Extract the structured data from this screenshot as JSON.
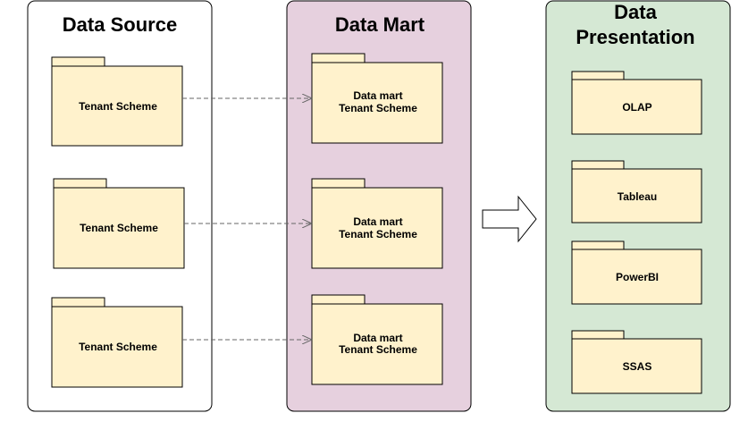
{
  "panels": {
    "source": {
      "title": "Data Source",
      "fill": "#ffffff"
    },
    "mart": {
      "title": "Data Mart",
      "fill": "#e6d0de"
    },
    "presentation": {
      "title_line1": "Data",
      "title_line2": "Presentation",
      "fill": "#d5e8d4"
    }
  },
  "source_packages": [
    {
      "label": "Tenant Scheme"
    },
    {
      "label": "Tenant Scheme"
    },
    {
      "label": "Tenant Scheme"
    }
  ],
  "mart_packages": [
    {
      "label_line1": "Data mart",
      "label_line2": "Tenant Scheme"
    },
    {
      "label_line1": "Data mart",
      "label_line2": "Tenant Scheme"
    },
    {
      "label_line1": "Data mart",
      "label_line2": "Tenant Scheme"
    }
  ],
  "presentation_packages": [
    {
      "label": "OLAP"
    },
    {
      "label": "Tableau"
    },
    {
      "label": "PowerBI"
    },
    {
      "label": "SSAS"
    }
  ],
  "colors": {
    "package_fill": "#fff2cc",
    "package_stroke": "#000000",
    "panel_stroke": "#000000",
    "connector": "#666666"
  }
}
